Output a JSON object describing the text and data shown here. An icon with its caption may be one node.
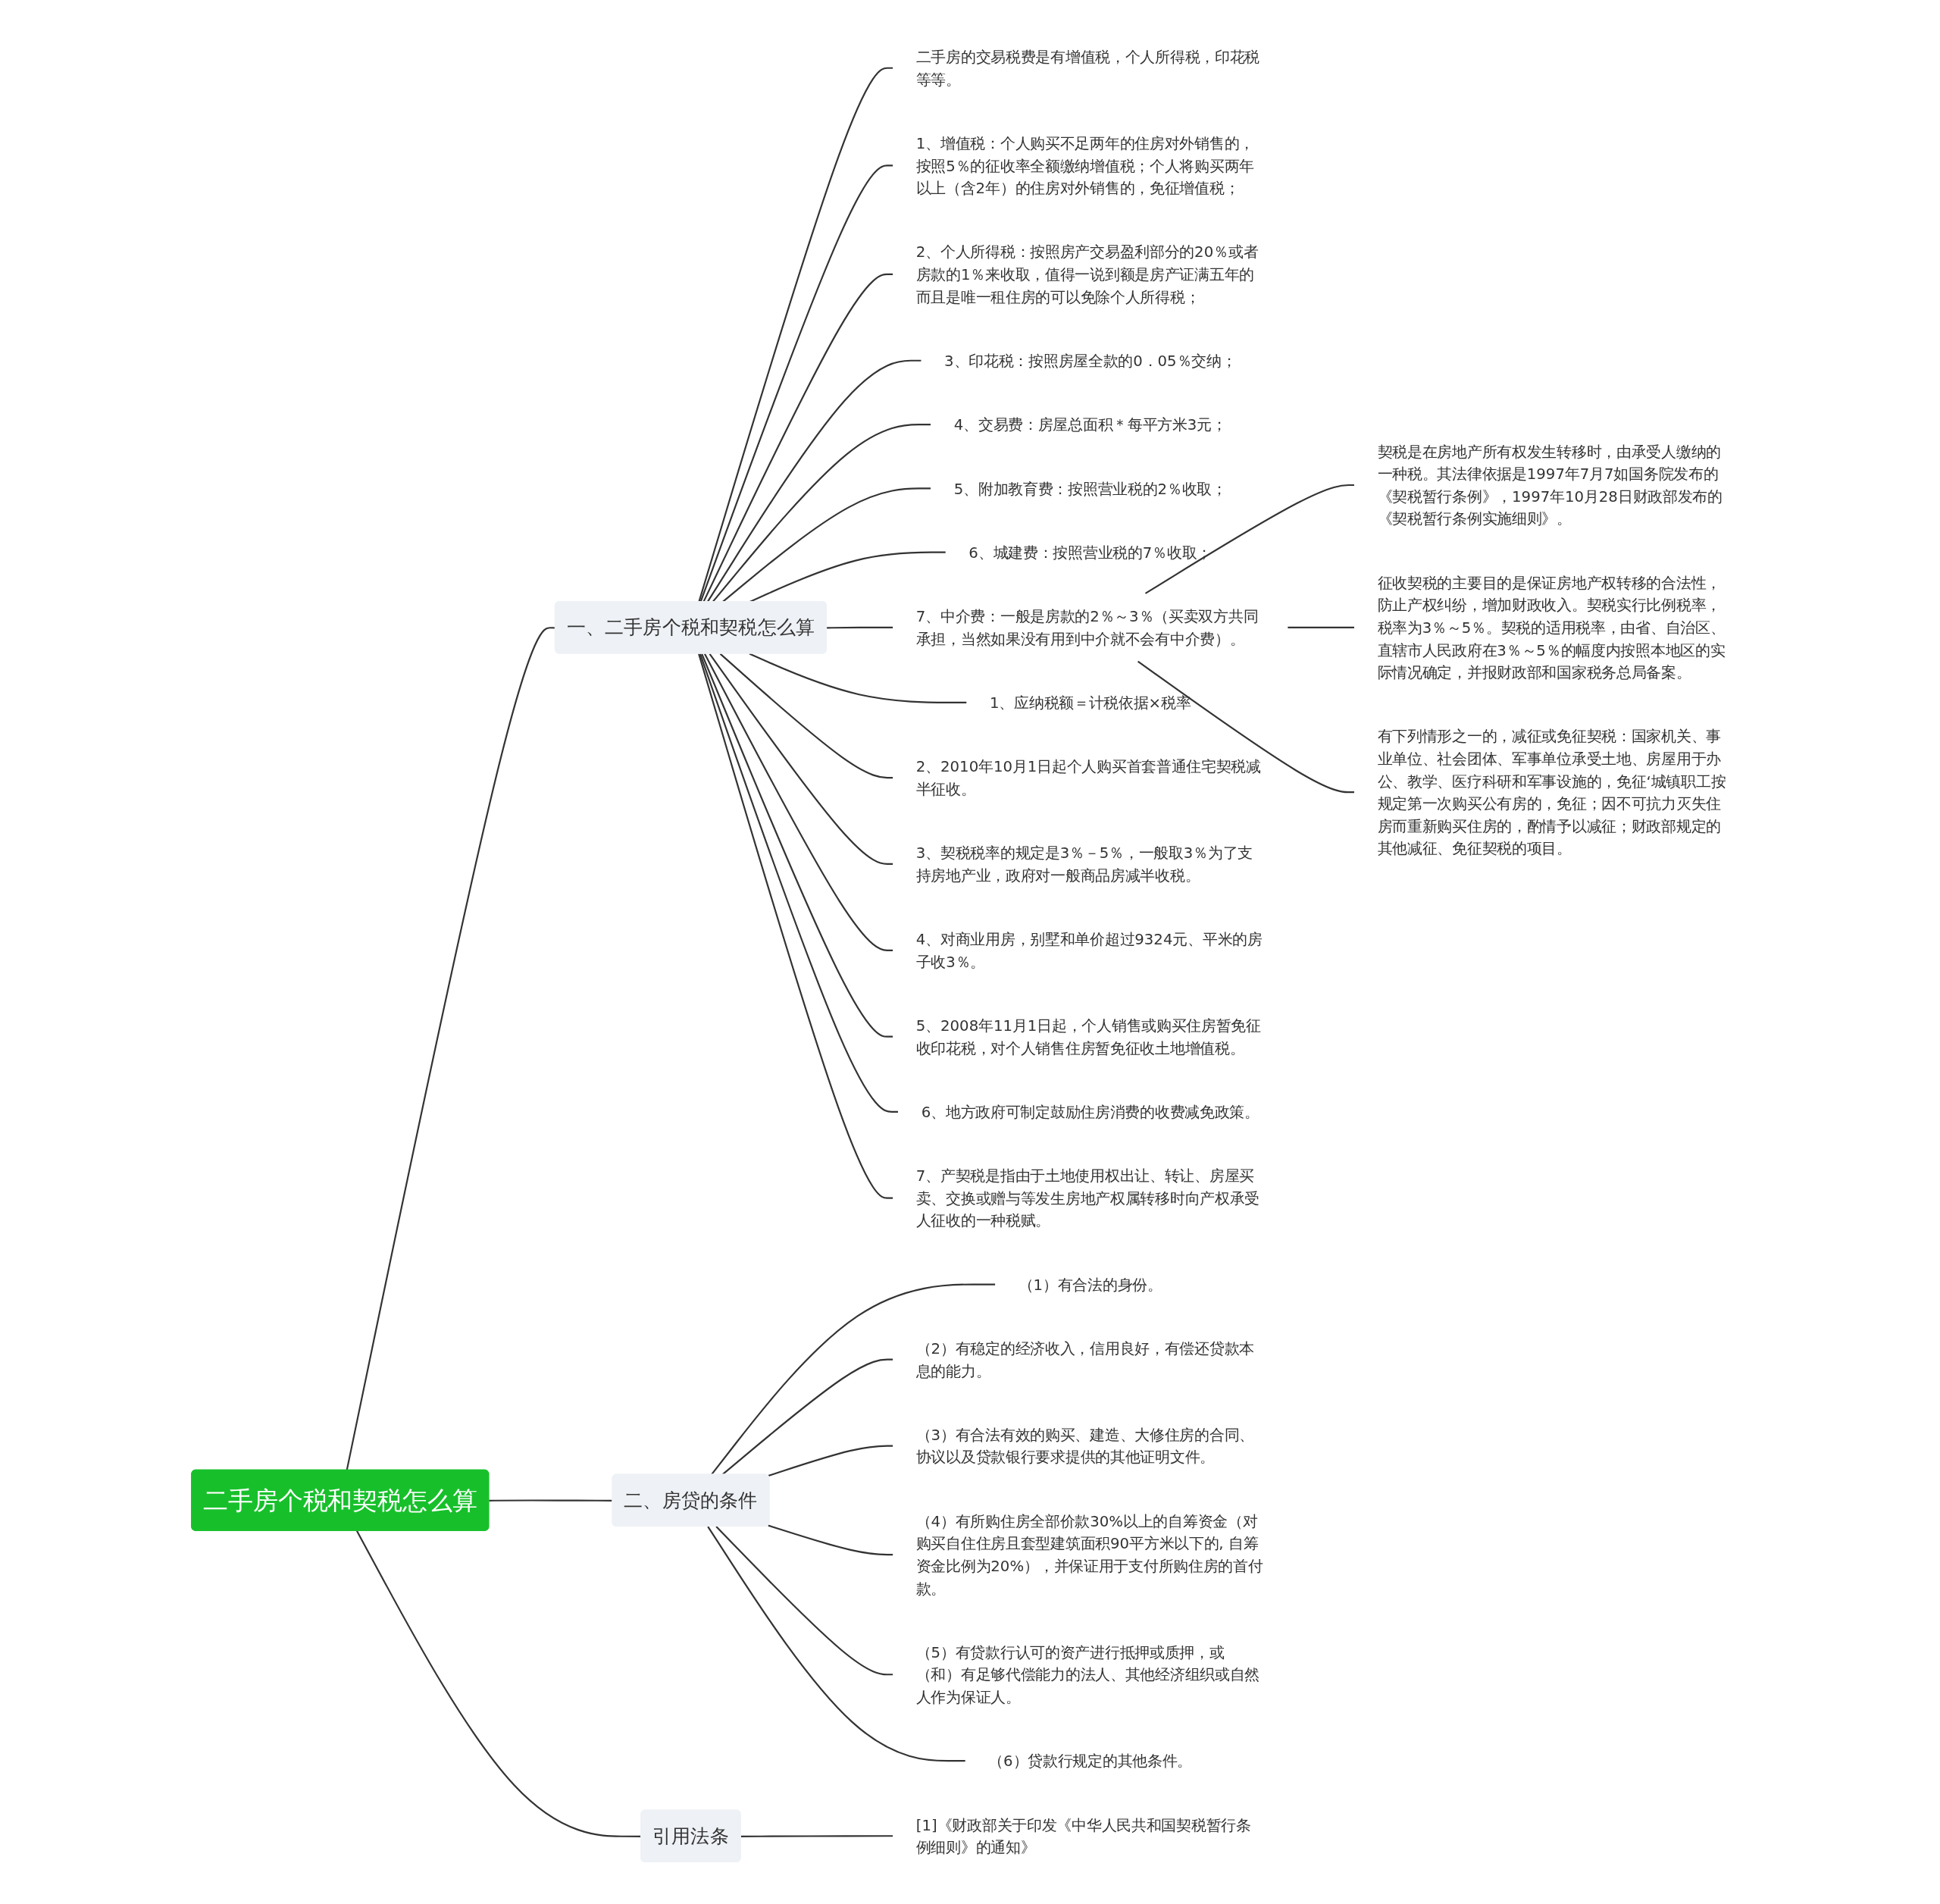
{
  "diagram": {
    "nodes": [
      {
        "text": [
          "二手房个税和契税怎么算"
        ]
      },
      {
        "text": [
          "一、二手房个税和契税怎么算"
        ]
      },
      {
        "text": [
          "二手房的交易税费是有增值税，个人所得税，印花税等等。"
        ]
      },
      {
        "text": [
          "1、增值税：个人购买不足两年的住房对外销售的，按照5％的征收率全额缴纳增值税；个人将购买两年以上（含2年）的住房对外销售的，免征增值税；"
        ]
      },
      {
        "text": [
          "2、个人所得税：按照房产交易盈利部分的20％或者房款的1％来收取，值得一说到额是房产证满五年的而且是唯一租住房的可以免除个人所得税；"
        ]
      },
      {
        "text": [
          "3、印花税：按照房屋全款的0．05％交纳；"
        ]
      },
      {
        "text": [
          "4、交易费：房屋总面积＊每平方米3元；"
        ]
      },
      {
        "text": [
          "5、附加教育费：按照营业税的2％收取；"
        ]
      },
      {
        "text": [
          "6、城建费：按照营业税的7％收取；"
        ]
      },
      {
        "text": [
          "7、中介费：一般是房款的2％～3％（买卖双方共同承担，当然如果没有用到中介就不会有中介费）。"
        ]
      },
      {
        "text": [
          "契税是在房地产所有权发生转移时，由承受人缴纳的一种税。其法律依据是1997年7月7如国务院发布的《契税暂行条例》，1997年10月28日财政部发布的《契税暂行条例实施细则》。"
        ]
      },
      {
        "text": [
          "征收契税的主要目的是保证房地产权转移的合法性，防止产权纠纷，增加财政收入。契税实行比例税率，税率为3％～5％。契税的适用税率，由省、自治区、直辖市人民政府在3％～5％的幅度内按照本地区的实际情况确定，并报财政部和国家税务总局备案。"
        ]
      },
      {
        "text": [
          "有下列情形之一的，减征或免征契税：国家机关、事业单位、社会团体、军事单位承受土地、房屋用于办公、教学、医疗科研和军事设施的，免征‘城镇职工按规定第一次购买公有房的，免征；因不可抗力灭失住房而重新购买住房的，酌情予以减征；财政部规定的其他减征、免征契税的项目。"
        ]
      },
      {
        "text": [
          "1、应纳税额＝计税依据×税率"
        ]
      },
      {
        "text": [
          "2、2010年10月1日起个人购买首套普通住宅契税减半征收。"
        ]
      },
      {
        "text": [
          "3、契税税率的规定是3％－5％，一般取3％为了支持房地产业，政府对一般商品房减半收税。"
        ]
      },
      {
        "text": [
          "4、对商业用房，别墅和单价超过9324元、平米的房子收3％。"
        ]
      },
      {
        "text": [
          "5、2008年11月1日起，个人销售或购买住房暂免征收印花税，对个人销售住房暂免征收土地增值税。"
        ]
      },
      {
        "text": [
          "6、地方政府可制定鼓励住房消费的收费减免政策。"
        ]
      },
      {
        "text": [
          "7、产契税是指由于土地使用权出让、转让、房屋买卖、交换或赠与等发生房地产权属转移时向产权承受人征收的一种税赋。"
        ]
      },
      {
        "text": [
          "二、房贷的条件"
        ]
      },
      {
        "text": [
          "（1）有合法的身份。"
        ]
      },
      {
        "text": [
          "（2）有稳定的经济收入，信用良好，有偿还贷款本息的能力。"
        ]
      },
      {
        "text": [
          "（3）有合法有效的购买、建造、大修住房的合同、协议以及贷款银行要求提供的其他证明文件。"
        ]
      },
      {
        "text": [
          "（4）有所购住房全部价款30%以上的自筹资金（对购买自住住房且套型建筑面积90平方米以下的, 自筹资金比例为20%），并保证用于支付所购住房的首付款。"
        ]
      },
      {
        "text": [
          "（5）有贷款行认可的资产进行抵押或质押，或（和）有足够代偿能力的法人、其他经济组织或自然人作为保证人。"
        ]
      },
      {
        "text": [
          "（6）贷款行规定的其他条件。"
        ]
      },
      {
        "text": [
          "引用法条"
        ]
      },
      {
        "text": [
          "[1]《财政部关于印发《中华人民共和国契税暂行条例细则》的通知》"
        ]
      }
    ],
    "edges": [
      {
        "from": 0,
        "to": 1,
        "arrow": "none"
      },
      {
        "from": 1,
        "to": 2,
        "arrow": "none"
      },
      {
        "from": 1,
        "to": 3,
        "arrow": "none"
      },
      {
        "from": 1,
        "to": 4,
        "arrow": "none"
      },
      {
        "from": 1,
        "to": 5,
        "arrow": "none"
      },
      {
        "from": 1,
        "to": 6,
        "arrow": "none"
      },
      {
        "from": 1,
        "to": 7,
        "arrow": "none"
      },
      {
        "from": 1,
        "to": 8,
        "arrow": "none"
      },
      {
        "from": 1,
        "to": 9,
        "arrow": "none"
      },
      {
        "from": 9,
        "to": 10,
        "arrow": "none"
      },
      {
        "from": 9,
        "to": 11,
        "arrow": "none"
      },
      {
        "from": 9,
        "to": 12,
        "arrow": "none"
      },
      {
        "from": 1,
        "to": 13,
        "arrow": "none"
      },
      {
        "from": 1,
        "to": 14,
        "arrow": "none"
      },
      {
        "from": 1,
        "to": 15,
        "arrow": "none"
      },
      {
        "from": 1,
        "to": 16,
        "arrow": "none"
      },
      {
        "from": 1,
        "to": 17,
        "arrow": "none"
      },
      {
        "from": 1,
        "to": 18,
        "arrow": "none"
      },
      {
        "from": 1,
        "to": 19,
        "arrow": "none"
      },
      {
        "from": 0,
        "to": 20,
        "arrow": "none"
      },
      {
        "from": 20,
        "to": 21,
        "arrow": "none"
      },
      {
        "from": 20,
        "to": 22,
        "arrow": "none"
      },
      {
        "from": 20,
        "to": 23,
        "arrow": "none"
      },
      {
        "from": 20,
        "to": 24,
        "arrow": "none"
      },
      {
        "from": 20,
        "to": 25,
        "arrow": "none"
      },
      {
        "from": 20,
        "to": 26,
        "arrow": "none"
      },
      {
        "from": 0,
        "to": 27,
        "arrow": "none"
      },
      {
        "from": 27,
        "to": 28,
        "arrow": "none"
      }
    ]
  }
}
